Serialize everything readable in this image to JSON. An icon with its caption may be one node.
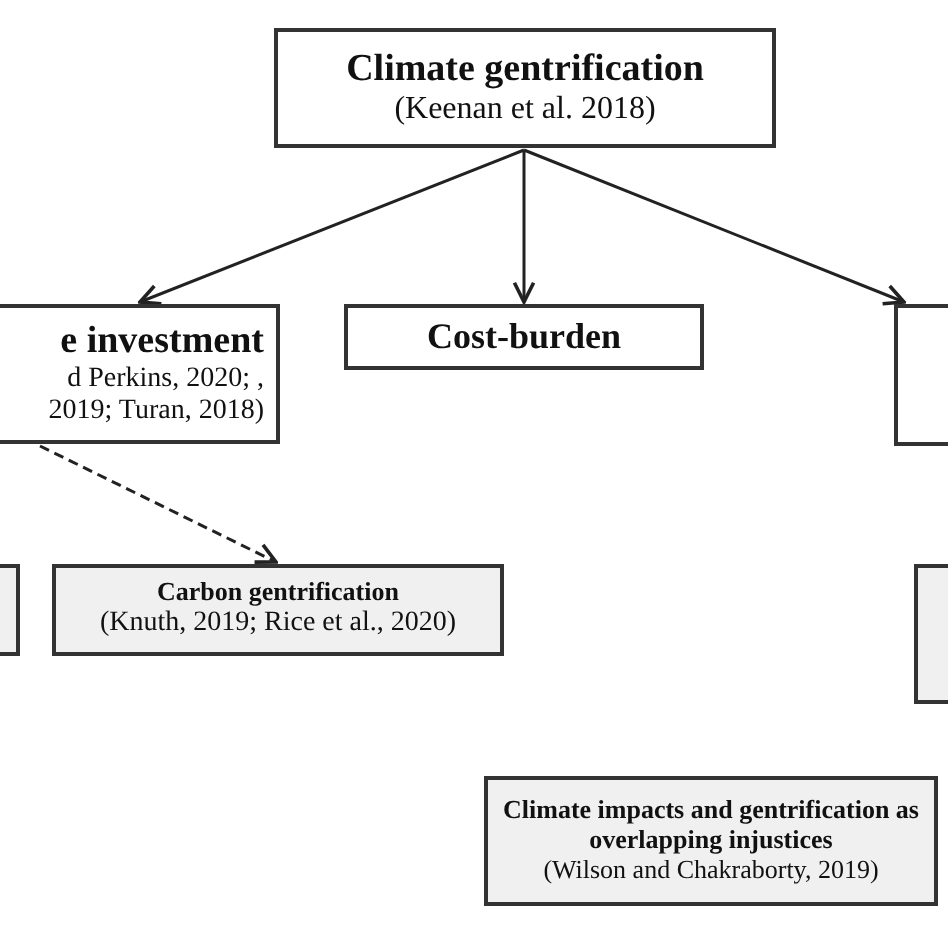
{
  "diagram": {
    "nodes": [
      {
        "text": [
          "Climate gentrification",
          "(Keenan et al. 2018)"
        ]
      },
      {
        "text": [
          "e investment",
          "d Perkins, 2020; , 2019; Turan, 2018)"
        ]
      },
      {
        "text": [
          "Cost-burden"
        ]
      },
      {
        "text": [],
        "shape": "box"
      },
      {
        "text": [],
        "shape": "box"
      },
      {
        "text": [
          "Carbon gentrification",
          "(Knuth, 2019; Rice et al., 2020)"
        ]
      },
      {
        "text": [],
        "shape": "box"
      },
      {
        "text": [
          "Climate impacts and gentrification as overlapping injustices",
          "(Wilson and Chakraborty, 2019)"
        ]
      }
    ],
    "edges": [
      {
        "from": 0,
        "to": 1,
        "arrow": "to"
      },
      {
        "from": 0,
        "to": 2,
        "arrow": "to"
      },
      {
        "from": 0,
        "to": 3,
        "arrow": "to"
      },
      {
        "from": 1,
        "to": 5,
        "arrow": "to",
        "style": "dashed"
      }
    ]
  }
}
